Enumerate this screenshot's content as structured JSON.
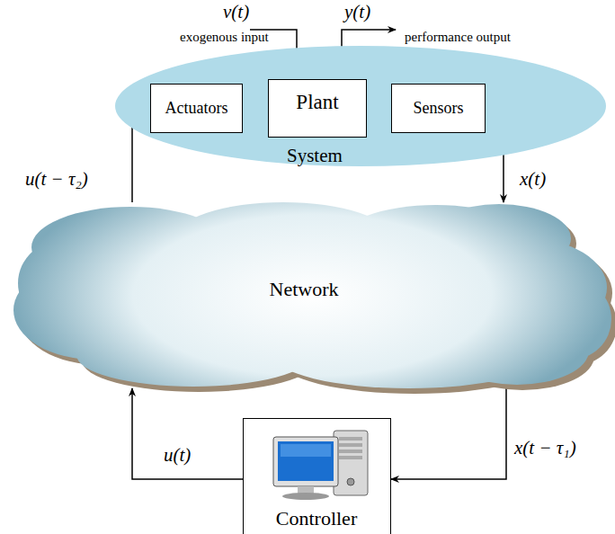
{
  "diagram": {
    "nodes": [
      {
        "text": [
          "System"
        ]
      },
      {
        "text": [
          "Actuators"
        ],
        "in": 0
      },
      {
        "text": [
          "Plant"
        ],
        "in": 0
      },
      {
        "text": [
          "Sensors"
        ],
        "in": 0
      },
      {
        "text": [
          "Network"
        ]
      },
      {
        "text": [
          "Controller"
        ]
      }
    ],
    "edges": [
      {
        "from": 1,
        "to": 2,
        "arrow": "to"
      },
      {
        "from": 2,
        "to": 3,
        "arrow": "to"
      },
      {
        "from": 3,
        "to": 4,
        "label": "x(t)",
        "arrow": "to"
      },
      {
        "from": 4,
        "to": 5,
        "label": "x(t − τ₁)",
        "arrow": "to"
      },
      {
        "from": 5,
        "to": 4,
        "label": "u(t)",
        "arrow": "to"
      },
      {
        "from": 4,
        "to": 1,
        "label": "u(t − τ₂)",
        "arrow": "to"
      }
    ],
    "labels": [
      "v(t)",
      "exogenous input",
      "y(t)",
      "performance output"
    ]
  }
}
